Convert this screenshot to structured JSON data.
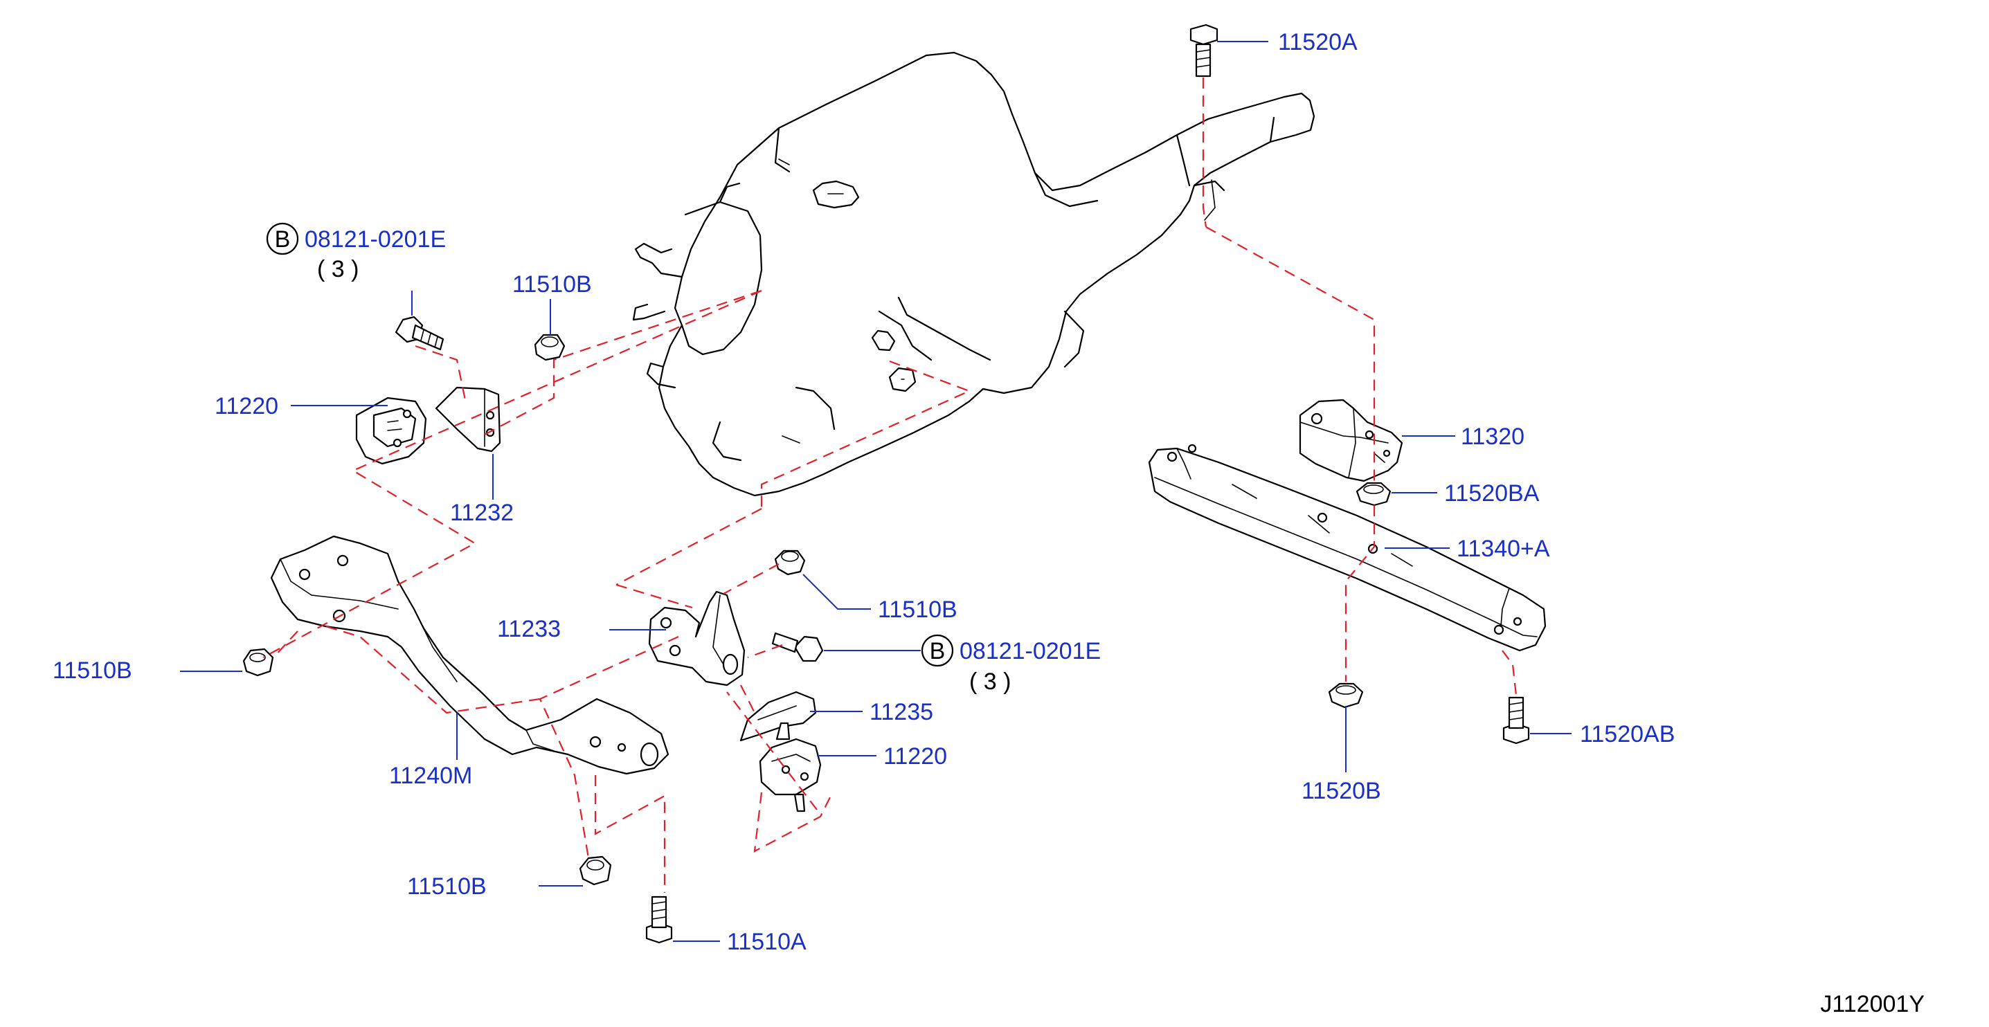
{
  "colors": {
    "label": "#1a2fc4",
    "leader": "#1a2fc4",
    "dashed": "#e0202a",
    "line": "#000000",
    "background": "#ffffff"
  },
  "labels": {
    "p11520A": "11520A",
    "p08121_upper": "08121-0201E",
    "p08121_upper_qty": "( 3 )",
    "p11510B_top": "11510B",
    "p11220_left": "11220",
    "p11232": "11232",
    "p11320": "11320",
    "p11520BA": "11520BA",
    "p11340A": "11340+A",
    "p11510B_mid": "11510B",
    "p11233": "11233",
    "p08121_lower": "08121-0201E",
    "p08121_lower_qty": "( 3 )",
    "p11510B_left": "11510B",
    "p11235": "11235",
    "p11220_right": "11220",
    "p11240M": "11240M",
    "p11520B": "11520B",
    "p11520AB": "11520AB",
    "p11510B_bottom": "11510B",
    "p11510A": "11510A"
  },
  "ref_letter": "B",
  "diagram_code": "J112001Y"
}
